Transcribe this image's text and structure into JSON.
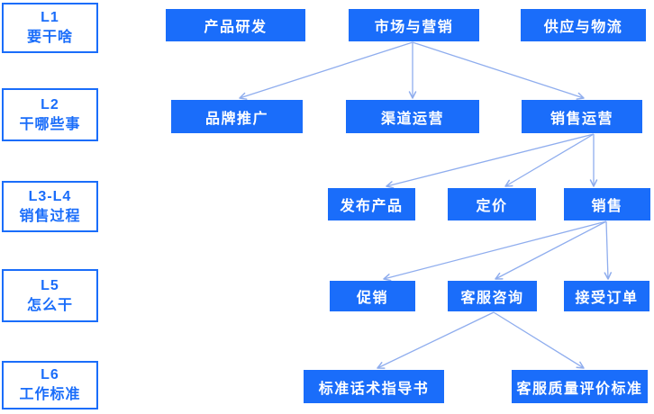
{
  "palette": {
    "node_blue": "#1A6DFA",
    "arrow_blue": "#8FADEE",
    "node_text": "#FFFFFF",
    "canvas_bg": "#FFFFFF"
  },
  "levels": [
    {
      "line1": "L1",
      "line2": "要干啥"
    },
    {
      "line1": "L2",
      "line2": "干哪些事"
    },
    {
      "line1": "L3-L4",
      "line2": "销售过程"
    },
    {
      "line1": "L5",
      "line2": "怎么干"
    },
    {
      "line1": "L6",
      "line2": "工作标准"
    }
  ],
  "nodes": {
    "product_rd": "产品研发",
    "marketing": "市场与营销",
    "supply_logistics": "供应与物流",
    "brand_promotion": "品牌推广",
    "channel_operation": "渠道运营",
    "sales_operation": "销售运营",
    "release_product": "发布产品",
    "pricing": "定价",
    "sales": "销售",
    "promotion": "促销",
    "service_consult": "客服咨询",
    "accept_order": "接受订单",
    "script_guide": "标准话术指导书",
    "service_quality_standard": "客服质量评价标准"
  },
  "edges": [
    {
      "from": "marketing",
      "to": "brand_promotion"
    },
    {
      "from": "marketing",
      "to": "channel_operation"
    },
    {
      "from": "marketing",
      "to": "sales_operation"
    },
    {
      "from": "sales_operation",
      "to": "release_product"
    },
    {
      "from": "sales_operation",
      "to": "pricing"
    },
    {
      "from": "sales_operation",
      "to": "sales"
    },
    {
      "from": "sales",
      "to": "promotion"
    },
    {
      "from": "sales",
      "to": "service_consult"
    },
    {
      "from": "sales",
      "to": "accept_order"
    },
    {
      "from": "service_consult",
      "to": "script_guide"
    },
    {
      "from": "service_consult",
      "to": "service_quality_standard"
    }
  ]
}
